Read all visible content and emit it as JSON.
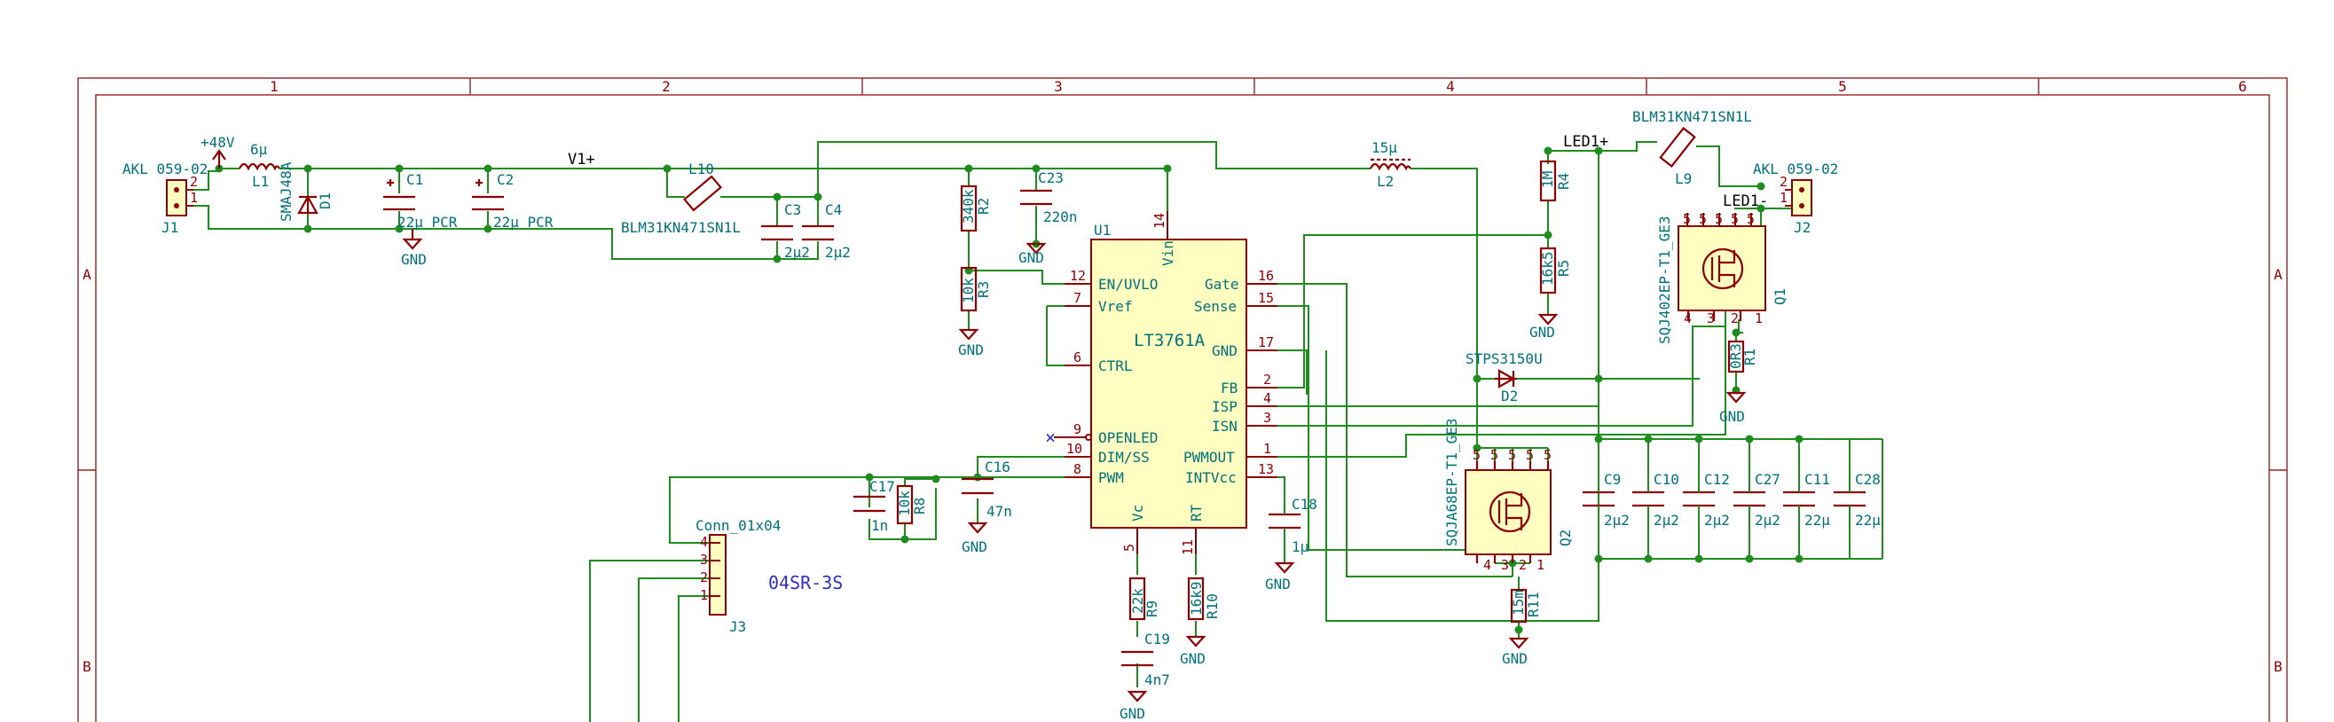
{
  "border": {
    "columns": [
      "1",
      "2",
      "3",
      "4",
      "5",
      "6"
    ],
    "rows": [
      "A",
      "B"
    ]
  },
  "nets": {
    "p48v": "+48V",
    "v1": "V1+",
    "led1p": "LED1+",
    "led1m": "LED1-"
  },
  "components": {
    "J1": {
      "ref": "J1",
      "value": "AKL 059-02",
      "pin1": "1",
      "pin2": "2"
    },
    "L1": {
      "ref": "L1",
      "value": "6µ"
    },
    "D1": {
      "ref": "D1",
      "value": "SMAJ48A"
    },
    "C1": {
      "ref": "C1",
      "value": "22µ PCR"
    },
    "C2": {
      "ref": "C2",
      "value": "22µ PCR"
    },
    "L10": {
      "ref": "L10",
      "value": "BLM31KN471SN1L"
    },
    "C3": {
      "ref": "C3",
      "value": "2µ2"
    },
    "C4": {
      "ref": "C4",
      "value": "2µ2"
    },
    "R2": {
      "ref": "R2",
      "value": "340k"
    },
    "R3": {
      "ref": "R3",
      "value": "10k"
    },
    "C23": {
      "ref": "C23",
      "value": "220n"
    },
    "L2": {
      "ref": "L2",
      "value": "15µ"
    },
    "R4": {
      "ref": "R4",
      "value": "1M"
    },
    "R5": {
      "ref": "R5",
      "value": "16k5"
    },
    "L9": {
      "ref": "L9",
      "value": "BLM31KN471SN1L"
    },
    "J2": {
      "ref": "J2",
      "value": "AKL 059-02",
      "pin1": "1",
      "pin2": "2"
    },
    "Q1": {
      "ref": "Q1",
      "value": "SQJ402EP-T1_GE3"
    },
    "R1": {
      "ref": "R1",
      "value": "0R3"
    },
    "D2": {
      "ref": "D2",
      "value": "STPS3150U"
    },
    "Q2": {
      "ref": "Q2",
      "value": "SQJA68EP-T1_GE3"
    },
    "R11": {
      "ref": "R11",
      "value": "15m"
    },
    "C9": {
      "ref": "C9",
      "value": "2µ2"
    },
    "C10": {
      "ref": "C10",
      "value": "2µ2"
    },
    "C12": {
      "ref": "C12",
      "value": "2µ2"
    },
    "C27": {
      "ref": "C27",
      "value": "2µ2"
    },
    "C11": {
      "ref": "C11",
      "value": "22µ"
    },
    "C28": {
      "ref": "C28",
      "value": "22µ"
    },
    "C16": {
      "ref": "C16",
      "value": "47n"
    },
    "C17": {
      "ref": "C17",
      "value": "1n"
    },
    "R8": {
      "ref": "R8",
      "value": "10k"
    },
    "J3": {
      "ref": "J3",
      "value": "Conn_01x04",
      "pins": [
        "4",
        "3",
        "2",
        "1"
      ]
    },
    "R9": {
      "ref": "R9",
      "value": "22k"
    },
    "C19": {
      "ref": "C19",
      "value": "4n7"
    },
    "R10": {
      "ref": "R10",
      "value": "16k9"
    },
    "C18": {
      "ref": "C18",
      "value": "1µ"
    }
  },
  "u1": {
    "ref": "U1",
    "value": "LT3761A",
    "pins_left": [
      {
        "num": "12",
        "name": "EN/UVLO"
      },
      {
        "num": "7",
        "name": "Vref"
      },
      {
        "num": "6",
        "name": "CTRL"
      },
      {
        "num": "9",
        "name": "OPENLED"
      },
      {
        "num": "10",
        "name": "DIM/SS"
      },
      {
        "num": "8",
        "name": "PWM"
      }
    ],
    "pins_right": [
      {
        "num": "16",
        "name": "Gate"
      },
      {
        "num": "15",
        "name": "Sense"
      },
      {
        "num": "17",
        "name": "GND"
      },
      {
        "num": "2",
        "name": "FB"
      },
      {
        "num": "4",
        "name": "ISP"
      },
      {
        "num": "3",
        "name": "ISN"
      },
      {
        "num": "1",
        "name": "PWMOUT"
      },
      {
        "num": "13",
        "name": "INTVcc"
      }
    ],
    "pins_top": [
      {
        "num": "14",
        "name": "Vin"
      }
    ],
    "pins_bottom": [
      {
        "num": "5",
        "name": "Vc"
      },
      {
        "num": "11",
        "name": "RT"
      }
    ]
  },
  "gnd_label": "GND",
  "hier_label": "04SR-3S",
  "nc_mark": "×",
  "colors": {
    "wire": "#1e8c1e",
    "component": "#8b0000",
    "ic_fill": "#fffec0",
    "label": "#00707a",
    "hierarchical": "#3030c0"
  }
}
